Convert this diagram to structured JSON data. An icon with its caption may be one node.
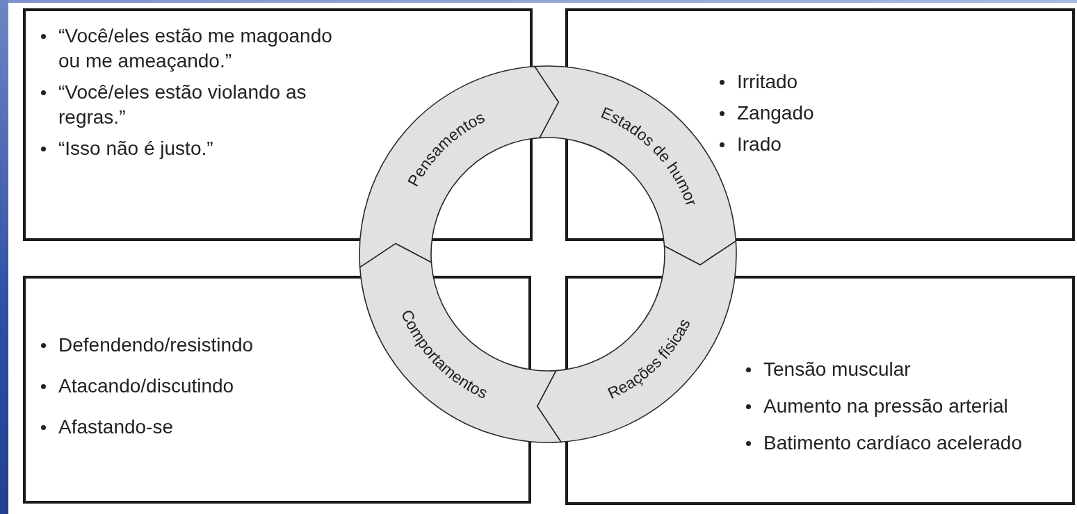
{
  "diagram": {
    "nodes": [
      {
        "text": [
          "“Você/eles estão me magoando ou me ameaçando.”",
          "“Você/eles estão violando as regras.”",
          "“Isso não é justo.”"
        ]
      },
      {
        "text": [
          "Irritado",
          "Zangado",
          "Irado"
        ]
      },
      {
        "text": [
          "Defendendo/resistindo",
          "Atacando/discutindo",
          "Afastando-se"
        ]
      },
      {
        "text": [
          "Tensão muscular",
          "Aumento na pressão arterial",
          "Batimento cardíaco acelerado"
        ]
      },
      {
        "text": [
          "Pensamentos"
        ]
      },
      {
        "text": [
          "Estados de humor"
        ]
      },
      {
        "text": [
          "Reações físicas"
        ]
      },
      {
        "text": [
          "Comportamentos"
        ]
      }
    ]
  }
}
